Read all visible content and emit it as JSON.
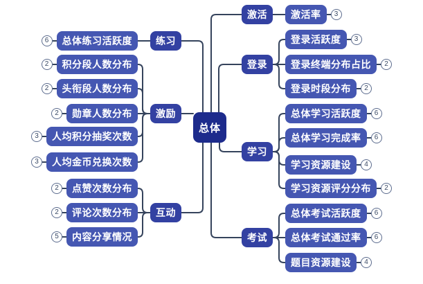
{
  "root": {
    "label": "总体"
  },
  "colors": {
    "bg": "#ffffff",
    "root-fill": "#1d2b8c",
    "branch-fill": "#3341a2",
    "leaf-fill": "#4557b2",
    "line": "#35435c",
    "node-text": "#ffffff",
    "badge-border": "#5c6c8e",
    "badge-text": "#3a4a66"
  },
  "branches": [
    {
      "label": "练习",
      "side": "left",
      "children": [
        {
          "label": "总体练习活跃度",
          "badge": "6"
        }
      ]
    },
    {
      "label": "激励",
      "side": "left",
      "children": [
        {
          "label": "积分段人数分布",
          "badge": "2"
        },
        {
          "label": "头衔段人数分布",
          "badge": "2"
        },
        {
          "label": "勋章人数分布",
          "badge": "2"
        },
        {
          "label": "人均积分抽奖次数",
          "badge": "3"
        },
        {
          "label": "人均金币兑换次数",
          "badge": "3"
        }
      ]
    },
    {
      "label": "互动",
      "side": "left",
      "children": [
        {
          "label": "点赞次数分布",
          "badge": "2"
        },
        {
          "label": "评论次数分布",
          "badge": "2"
        },
        {
          "label": "内容分享情况",
          "badge": "5"
        }
      ]
    },
    {
      "label": "激活",
      "side": "right",
      "children": [
        {
          "label": "激活率",
          "badge": "3"
        }
      ]
    },
    {
      "label": "登录",
      "side": "right",
      "children": [
        {
          "label": "登录活跃度",
          "badge": "3"
        },
        {
          "label": "登录终端分布占比",
          "badge": "2"
        },
        {
          "label": "登录时段分布",
          "badge": "2"
        }
      ]
    },
    {
      "label": "学习",
      "side": "right",
      "children": [
        {
          "label": "总体学习活跃度",
          "badge": "6"
        },
        {
          "label": "总体学习完成率",
          "badge": "6"
        },
        {
          "label": "学习资源建设",
          "badge": "4"
        },
        {
          "label": "学习资源评分分布",
          "badge": "2"
        }
      ]
    },
    {
      "label": "考试",
      "side": "right",
      "children": [
        {
          "label": "总体考试活跃度",
          "badge": "6"
        },
        {
          "label": "总体考试通过率",
          "badge": "6"
        },
        {
          "label": "题目资源建设",
          "badge": "4"
        }
      ]
    }
  ]
}
